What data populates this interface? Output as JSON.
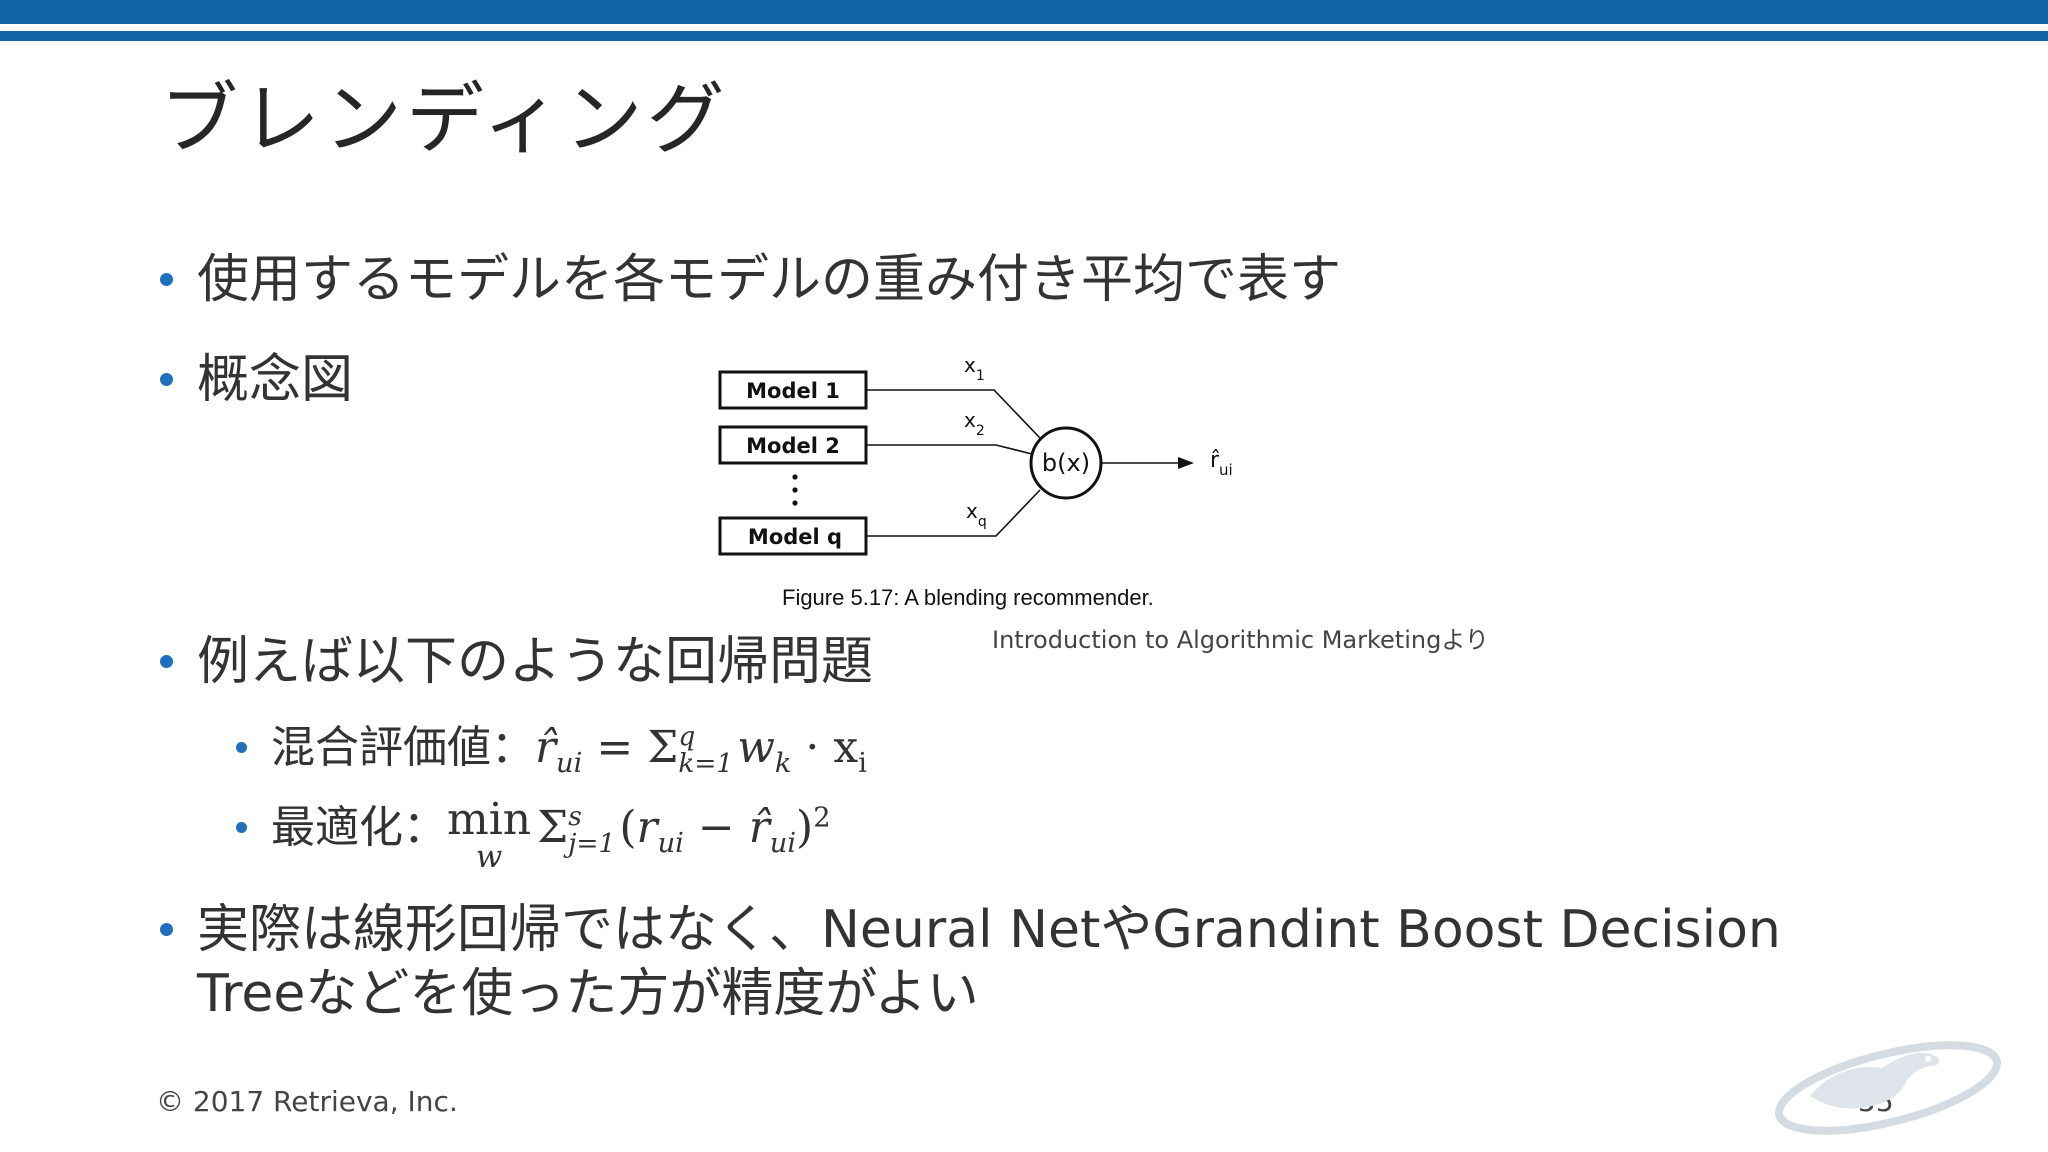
{
  "slide": {
    "title": "ブレンディング",
    "bullets": [
      "使用するモデルを各モデルの重み付き平均で表す",
      "概念図",
      "例えば以下のような回帰問題",
      "実際は線形回帰ではなく、Neural NetやGrandint Boost Decision",
      "Treeなどを使った方が精度がよい"
    ],
    "sub_bullets": [
      {
        "label": "混合評価値：",
        "r": "r̂",
        "r_sub": "ui",
        "eq": "=",
        "sigma": "Σ",
        "sigma_sup": "q",
        "sigma_sub": "k=1",
        "w": "w",
        "w_sub": "k",
        "dot": "·",
        "x": "x",
        "x_sub": "i"
      },
      {
        "label": "最適化：",
        "min": "min",
        "min_under": "w",
        "sigma": "Σ",
        "sigma_sup": "s",
        "sigma_sub": "j=1",
        "lparen": "(",
        "r": "r",
        "r_sub": "ui",
        "minus": "−",
        "rhat": "r̂",
        "rhat_sub": "ui",
        "rparen": ")",
        "power": "2"
      }
    ]
  },
  "figure": {
    "models": [
      "Model 1",
      "Model 2",
      "Model q"
    ],
    "inputs": [
      "x",
      "x",
      "x"
    ],
    "input_subs": [
      "1",
      "2",
      "q"
    ],
    "node_label": "b(x)",
    "output": "r̂",
    "output_sub": "ui",
    "caption": "Figure 5.17: A blending recommender.",
    "source": "Introduction to Algorithmic Marketingより"
  },
  "footer": {
    "copyright": "© 2017 Retrieva, Inc.",
    "page_number": "55"
  },
  "colors": {
    "accent": "#0f64a8",
    "bullet": "#1f6fbf",
    "text": "#333333"
  },
  "icons": [
    "retrieva-logo-icon"
  ]
}
